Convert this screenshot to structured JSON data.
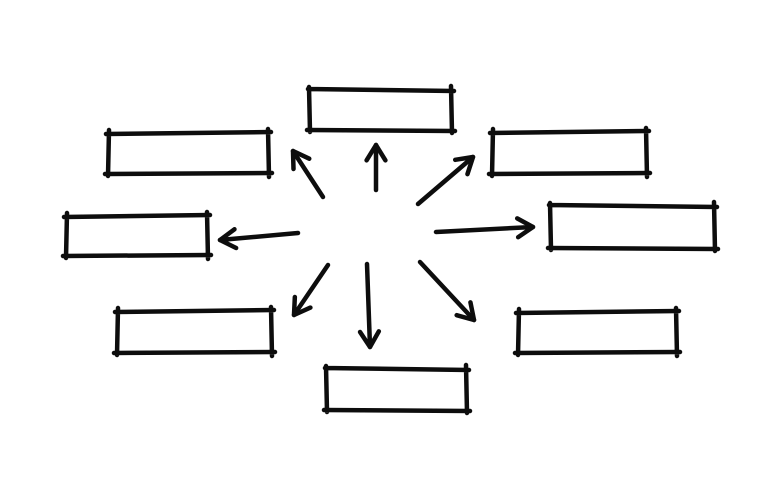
{
  "diagram": {
    "ink_color": "#0d0d0d",
    "background_color": "#ffffff",
    "center_label": "",
    "node_count": 8,
    "nodes": [
      {
        "id": "top",
        "label": ""
      },
      {
        "id": "upper-left",
        "label": ""
      },
      {
        "id": "upper-right",
        "label": ""
      },
      {
        "id": "left",
        "label": ""
      },
      {
        "id": "right",
        "label": ""
      },
      {
        "id": "lower-left",
        "label": ""
      },
      {
        "id": "lower-right",
        "label": ""
      },
      {
        "id": "bottom",
        "label": ""
      }
    ],
    "arrows": [
      {
        "direction": "up",
        "target": "top"
      },
      {
        "direction": "up-left",
        "target": "upper-left"
      },
      {
        "direction": "up-right",
        "target": "upper-right"
      },
      {
        "direction": "left",
        "target": "left"
      },
      {
        "direction": "right",
        "target": "right"
      },
      {
        "direction": "down-left",
        "target": "lower-left"
      },
      {
        "direction": "down",
        "target": "bottom"
      },
      {
        "direction": "down-right",
        "target": "lower-right"
      }
    ]
  }
}
